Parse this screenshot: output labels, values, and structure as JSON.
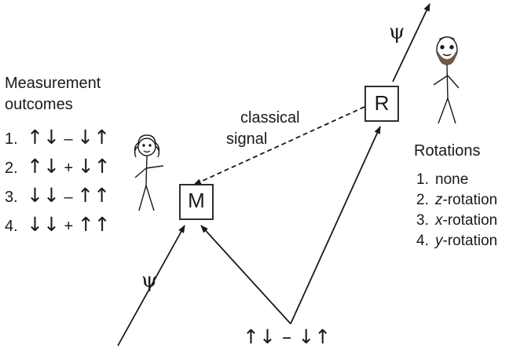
{
  "psi_symbol": "ψ",
  "measurement_box_label": "M",
  "rotation_box_label": "R",
  "classical_signal": {
    "line1": "classical",
    "line2": "signal"
  },
  "measurement": {
    "title_line1": "Measurement",
    "title_line2": "outcomes",
    "items": [
      {
        "num": "1.",
        "a": "↑↓",
        "op": "–",
        "b": "↓↑"
      },
      {
        "num": "2.",
        "a": "↑↓",
        "op": "+",
        "b": "↓↑"
      },
      {
        "num": "3.",
        "a": "↓↓",
        "op": "–",
        "b": "↑↑"
      },
      {
        "num": "4.",
        "a": "↓↓",
        "op": "+",
        "b": "↑↑"
      }
    ]
  },
  "rotations": {
    "title": "Rotations",
    "items": [
      {
        "num": "1.",
        "axis": "",
        "text": "none"
      },
      {
        "num": "2.",
        "axis": "z",
        "text": "-rotation"
      },
      {
        "num": "3.",
        "axis": "x",
        "text": "-rotation"
      },
      {
        "num": "4.",
        "axis": "y",
        "text": "-rotation"
      }
    ]
  },
  "bottom_state": "↑↓ – ↓↑",
  "colors": {
    "ink": "#1a1a1a",
    "background": "#ffffff"
  }
}
